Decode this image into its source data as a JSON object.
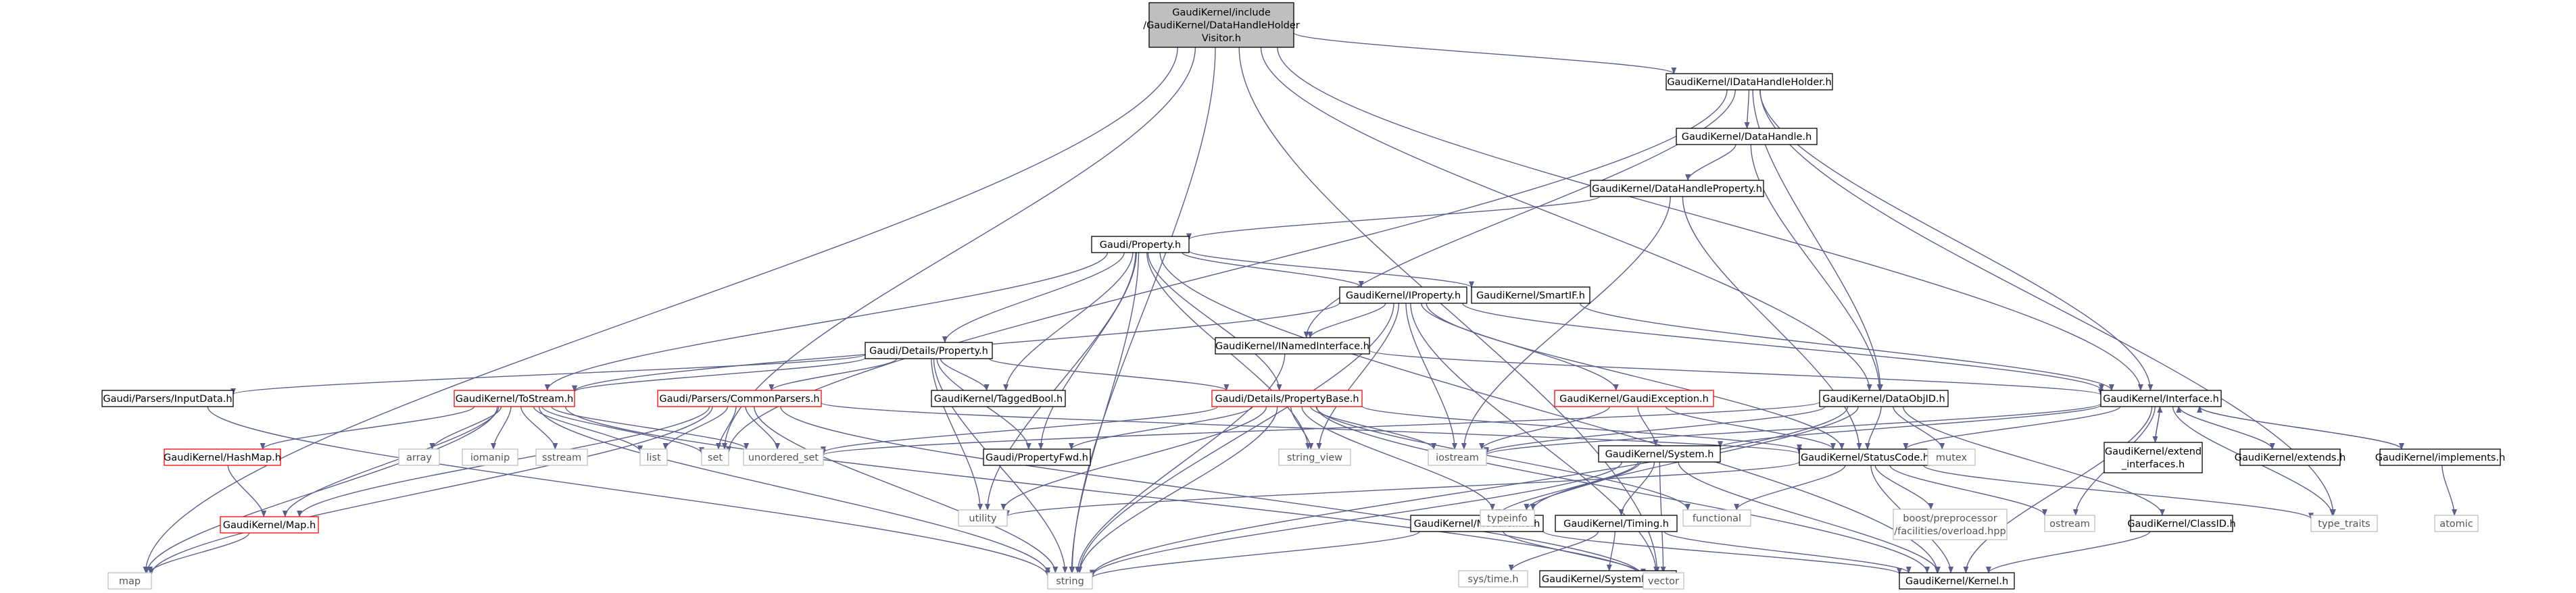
{
  "diagram_type": "include dependency graph",
  "colors": {
    "root_fill": "#bfbfbf",
    "node_fill": "#ffffff",
    "node_border_linked": "#000000",
    "node_border_external": "#bfbfbf",
    "node_border_truncated": "#ff0000",
    "text": "#000000",
    "text_external": "#555555",
    "edge": "#191970"
  },
  "nodes": [
    {
      "id": "root",
      "lines": [
        "GaudiKernel/include",
        "/GaudiKernel/DataHandleHolder",
        "Visitor.h"
      ],
      "kind": "root"
    },
    {
      "id": "idhh",
      "lines": [
        "GaudiKernel/IDataHandleHolder.h"
      ],
      "kind": "linked"
    },
    {
      "id": "dh",
      "lines": [
        "GaudiKernel/DataHandle.h"
      ],
      "kind": "linked"
    },
    {
      "id": "dhp",
      "lines": [
        "GaudiKernel/DataHandleProperty.h"
      ],
      "kind": "linked"
    },
    {
      "id": "gprop",
      "lines": [
        "Gaudi/Property.h"
      ],
      "kind": "linked"
    },
    {
      "id": "iprop",
      "lines": [
        "GaudiKernel/IProperty.h"
      ],
      "kind": "linked"
    },
    {
      "id": "smartif",
      "lines": [
        "GaudiKernel/SmartIF.h"
      ],
      "kind": "linked"
    },
    {
      "id": "detprop",
      "lines": [
        "Gaudi/Details/Property.h"
      ],
      "kind": "linked"
    },
    {
      "id": "inamed",
      "lines": [
        "GaudiKernel/INamedInterface.h"
      ],
      "kind": "linked"
    },
    {
      "id": "propbase",
      "lines": [
        "Gaudi/Details/PropertyBase.h"
      ],
      "kind": "truncated"
    },
    {
      "id": "gexc",
      "lines": [
        "GaudiKernel/GaudiException.h"
      ],
      "kind": "truncated"
    },
    {
      "id": "dataobjid",
      "lines": [
        "GaudiKernel/DataObjID.h"
      ],
      "kind": "linked"
    },
    {
      "id": "iface",
      "lines": [
        "GaudiKernel/Interface.h"
      ],
      "kind": "linked"
    },
    {
      "id": "inputdata",
      "lines": [
        "Gaudi/Parsers/InputData.h"
      ],
      "kind": "linked"
    },
    {
      "id": "tostream",
      "lines": [
        "GaudiKernel/ToStream.h"
      ],
      "kind": "truncated"
    },
    {
      "id": "commonparsers",
      "lines": [
        "Gaudi/Parsers/CommonParsers.h"
      ],
      "kind": "truncated"
    },
    {
      "id": "taggedbool",
      "lines": [
        "GaudiKernel/TaggedBool.h"
      ],
      "kind": "linked"
    },
    {
      "id": "propfwd",
      "lines": [
        "Gaudi/PropertyFwd.h"
      ],
      "kind": "linked"
    },
    {
      "id": "system",
      "lines": [
        "GaudiKernel/System.h"
      ],
      "kind": "linked"
    },
    {
      "id": "statuscode",
      "lines": [
        "GaudiKernel/StatusCode.h"
      ],
      "kind": "linked"
    },
    {
      "id": "extendif",
      "lines": [
        "GaudiKernel/extend",
        "_interfaces.h"
      ],
      "kind": "linked"
    },
    {
      "id": "extends",
      "lines": [
        "GaudiKernel/extends.h"
      ],
      "kind": "linked"
    },
    {
      "id": "implements",
      "lines": [
        "GaudiKernel/implements.h"
      ],
      "kind": "linked"
    },
    {
      "id": "hashmap",
      "lines": [
        "GaudiKernel/HashMap.h"
      ],
      "kind": "truncated"
    },
    {
      "id": "gkmap",
      "lines": [
        "GaudiKernel/Map.h"
      ],
      "kind": "truncated"
    },
    {
      "id": "moduleinfo",
      "lines": [
        "GaudiKernel/ModuleInfo.h"
      ],
      "kind": "linked"
    },
    {
      "id": "timing",
      "lines": [
        "GaudiKernel/Timing.h"
      ],
      "kind": "linked"
    },
    {
      "id": "systembase",
      "lines": [
        "GaudiKernel/SystemBase.h"
      ],
      "kind": "linked"
    },
    {
      "id": "classid",
      "lines": [
        "GaudiKernel/ClassID.h"
      ],
      "kind": "linked"
    },
    {
      "id": "kernel",
      "lines": [
        "GaudiKernel/Kernel.h"
      ],
      "kind": "linked"
    },
    {
      "id": "boostoverload",
      "lines": [
        "boost/preprocessor",
        "/facilities/overload.hpp"
      ],
      "kind": "external"
    },
    {
      "id": "map",
      "lines": [
        "map"
      ],
      "kind": "external"
    },
    {
      "id": "string",
      "lines": [
        "string"
      ],
      "kind": "external"
    },
    {
      "id": "vector",
      "lines": [
        "vector"
      ],
      "kind": "external"
    },
    {
      "id": "set",
      "lines": [
        "set"
      ],
      "kind": "external"
    },
    {
      "id": "list",
      "lines": [
        "list"
      ],
      "kind": "external"
    },
    {
      "id": "array",
      "lines": [
        "array"
      ],
      "kind": "external"
    },
    {
      "id": "iomanip",
      "lines": [
        "iomanip"
      ],
      "kind": "external"
    },
    {
      "id": "sstream",
      "lines": [
        "sstream"
      ],
      "kind": "external"
    },
    {
      "id": "unordered_set",
      "lines": [
        "unordered_set"
      ],
      "kind": "external"
    },
    {
      "id": "utility",
      "lines": [
        "utility"
      ],
      "kind": "external"
    },
    {
      "id": "string_view",
      "lines": [
        "string_view"
      ],
      "kind": "external"
    },
    {
      "id": "iostream",
      "lines": [
        "iostream"
      ],
      "kind": "external"
    },
    {
      "id": "typeinfo",
      "lines": [
        "typeinfo"
      ],
      "kind": "external"
    },
    {
      "id": "functional",
      "lines": [
        "functional"
      ],
      "kind": "external"
    },
    {
      "id": "mutex",
      "lines": [
        "mutex"
      ],
      "kind": "external"
    },
    {
      "id": "ostream",
      "lines": [
        "ostream"
      ],
      "kind": "external"
    },
    {
      "id": "type_traits",
      "lines": [
        "type_traits"
      ],
      "kind": "external"
    },
    {
      "id": "atomic",
      "lines": [
        "atomic"
      ],
      "kind": "external"
    },
    {
      "id": "systime",
      "lines": [
        "sys/time.h"
      ],
      "kind": "external"
    }
  ],
  "edges": [
    [
      "root",
      "idhh"
    ],
    [
      "root",
      "dataobjid"
    ],
    [
      "root",
      "iface"
    ],
    [
      "root",
      "set"
    ],
    [
      "root",
      "map"
    ],
    [
      "root",
      "string"
    ],
    [
      "root",
      "vector"
    ],
    [
      "idhh",
      "dh"
    ],
    [
      "idhh",
      "dataobjid"
    ],
    [
      "idhh",
      "iface"
    ],
    [
      "idhh",
      "inamed"
    ],
    [
      "idhh",
      "set"
    ],
    [
      "idhh",
      "type_traits"
    ],
    [
      "dh",
      "dhp"
    ],
    [
      "dh",
      "dataobjid"
    ],
    [
      "dhp",
      "gprop"
    ],
    [
      "dhp",
      "statuscode"
    ],
    [
      "dhp",
      "iostream"
    ],
    [
      "gprop",
      "detprop"
    ],
    [
      "gprop",
      "propbase"
    ],
    [
      "gprop",
      "iprop"
    ],
    [
      "gprop",
      "smartif"
    ],
    [
      "gprop",
      "tostream"
    ],
    [
      "gprop",
      "taggedbool"
    ],
    [
      "gprop",
      "propfwd"
    ],
    [
      "gprop",
      "string"
    ],
    [
      "gprop",
      "utility"
    ],
    [
      "gprop",
      "string_view"
    ],
    [
      "gprop",
      "kernel"
    ],
    [
      "iprop",
      "inamed"
    ],
    [
      "iprop",
      "gexc"
    ],
    [
      "iprop",
      "iface"
    ],
    [
      "iprop",
      "tostream"
    ],
    [
      "iprop",
      "statuscode"
    ],
    [
      "iprop",
      "string"
    ],
    [
      "iprop",
      "string_view"
    ],
    [
      "iprop",
      "iostream"
    ],
    [
      "iprop",
      "vector"
    ],
    [
      "smartif",
      "iface"
    ],
    [
      "detprop",
      "inputdata"
    ],
    [
      "detprop",
      "commonparsers"
    ],
    [
      "detprop",
      "tostream"
    ],
    [
      "detprop",
      "propbase"
    ],
    [
      "detprop",
      "taggedbool"
    ],
    [
      "detprop",
      "propfwd"
    ],
    [
      "detprop",
      "string"
    ],
    [
      "detprop",
      "utility"
    ],
    [
      "inamed",
      "iface"
    ],
    [
      "inamed",
      "string"
    ],
    [
      "propbase",
      "statuscode"
    ],
    [
      "propbase",
      "propfwd"
    ],
    [
      "propbase",
      "string"
    ],
    [
      "propbase",
      "string_view"
    ],
    [
      "propbase",
      "iostream"
    ],
    [
      "propbase",
      "typeinfo"
    ],
    [
      "propbase",
      "functional"
    ],
    [
      "propbase",
      "utility"
    ],
    [
      "propbase",
      "unordered_set"
    ],
    [
      "propbase",
      "kernel"
    ],
    [
      "gexc",
      "statuscode"
    ],
    [
      "gexc",
      "system"
    ],
    [
      "gexc",
      "iostream"
    ],
    [
      "dataobjid",
      "statuscode"
    ],
    [
      "dataobjid",
      "classid"
    ],
    [
      "dataobjid",
      "iostream"
    ],
    [
      "dataobjid",
      "mutex"
    ],
    [
      "dataobjid",
      "string"
    ],
    [
      "dataobjid",
      "typeinfo"
    ],
    [
      "dataobjid",
      "unordered_set"
    ],
    [
      "iface",
      "extendif"
    ],
    [
      "iface",
      "extends"
    ],
    [
      "iface",
      "implements"
    ],
    [
      "iface",
      "statuscode"
    ],
    [
      "iface",
      "system"
    ],
    [
      "iface",
      "kernel"
    ],
    [
      "iface",
      "ostream"
    ],
    [
      "iface",
      "type_traits"
    ],
    [
      "iface",
      "iostream"
    ],
    [
      "extendif",
      "iface"
    ],
    [
      "extends",
      "iface"
    ],
    [
      "implements",
      "iface"
    ],
    [
      "implements",
      "atomic"
    ],
    [
      "inputdata",
      "string"
    ],
    [
      "tostream",
      "hashmap"
    ],
    [
      "tostream",
      "gkmap"
    ],
    [
      "tostream",
      "array"
    ],
    [
      "tostream",
      "iomanip"
    ],
    [
      "tostream",
      "sstream"
    ],
    [
      "tostream",
      "list"
    ],
    [
      "tostream",
      "set"
    ],
    [
      "tostream",
      "unordered_set"
    ],
    [
      "tostream",
      "map"
    ],
    [
      "tostream",
      "string"
    ],
    [
      "tostream",
      "vector"
    ],
    [
      "commonparsers",
      "gkmap"
    ],
    [
      "commonparsers",
      "statuscode"
    ],
    [
      "commonparsers",
      "list"
    ],
    [
      "commonparsers",
      "set"
    ],
    [
      "commonparsers",
      "unordered_set"
    ],
    [
      "commonparsers",
      "map"
    ],
    [
      "commonparsers",
      "string"
    ],
    [
      "commonparsers",
      "vector"
    ],
    [
      "hashmap",
      "gkmap"
    ],
    [
      "gkmap",
      "map"
    ],
    [
      "system",
      "moduleinfo"
    ],
    [
      "system",
      "timing"
    ],
    [
      "system",
      "kernel"
    ],
    [
      "system",
      "string"
    ],
    [
      "system",
      "typeinfo"
    ],
    [
      "system",
      "vector"
    ],
    [
      "statuscode",
      "boostoverload"
    ],
    [
      "statuscode",
      "functional"
    ],
    [
      "statuscode",
      "ostream"
    ],
    [
      "statuscode",
      "type_traits"
    ],
    [
      "statuscode",
      "kernel"
    ],
    [
      "statuscode",
      "utility"
    ],
    [
      "moduleinfo",
      "kernel"
    ],
    [
      "moduleinfo",
      "string"
    ],
    [
      "moduleinfo",
      "vector"
    ],
    [
      "timing",
      "systembase"
    ],
    [
      "timing",
      "kernel"
    ],
    [
      "timing",
      "systime"
    ],
    [
      "classid",
      "kernel"
    ]
  ]
}
